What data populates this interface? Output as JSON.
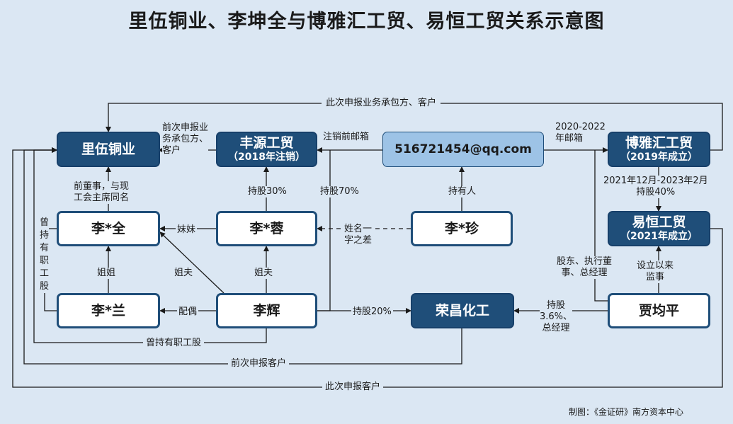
{
  "title": "里伍铜业、李坤全与博雅汇工贸、易恒工贸关系示意图",
  "nodes": {
    "liwu": {
      "name": "里伍铜业"
    },
    "fengyuan": {
      "name": "丰源工贸",
      "note": "（2018年注销）"
    },
    "email": {
      "name": "516721454@qq.com"
    },
    "boyahui": {
      "name": "博雅汇工贸",
      "note": "（2019年成立）"
    },
    "yiheng": {
      "name": "易恒工贸",
      "note": "（2021年成立）"
    },
    "liquan": {
      "name": "李*全"
    },
    "lirong": {
      "name": "李*蓉"
    },
    "lizhen": {
      "name": "李*珍"
    },
    "lilan": {
      "name": "李*兰"
    },
    "lihui": {
      "name": "李辉"
    },
    "rongchang": {
      "name": "荣昌化工"
    },
    "jiajunping": {
      "name": "贾均平"
    }
  },
  "labels": {
    "top_customer": "此次申报业务承包方、客户",
    "prev_contractor": "前次申报业\n务承包方、\n客户",
    "cancel_email": "注销前邮箱",
    "email_2020": "2020-2022\n年邮箱",
    "former_director": "前董事，与现\n工会主席同名",
    "hold30": "持股30%",
    "hold70": "持股70%",
    "holder": "持有人",
    "hold40": "2021年12月-2023年2月\n持股40%",
    "sister": "妹妹",
    "name_diff": "姓名一\n字之差",
    "employee_share_vertical": "曾\n持\n有\n职\n工\n股",
    "older_sister": "姐姐",
    "brother_in_law_1": "姐夫",
    "brother_in_law_2": "姐夫",
    "shareholder_exec": "股东、执行董\n事、总经理",
    "supervisor": "设立以来\n监事",
    "spouse": "配偶",
    "hold20": "持股20%",
    "hold36": "持股\n3.6%、\n总经理",
    "employee_share": "曾持有职工股",
    "prev_customer": "前次申报客户",
    "this_customer": "此次申报客户"
  },
  "credit": "制图：《金证研》南方资本中心",
  "colors": {
    "background": "#dbe7f3",
    "dark_node": "#1f4e79",
    "email_node": "#9dc3e6",
    "line": "#1a1a1a"
  }
}
